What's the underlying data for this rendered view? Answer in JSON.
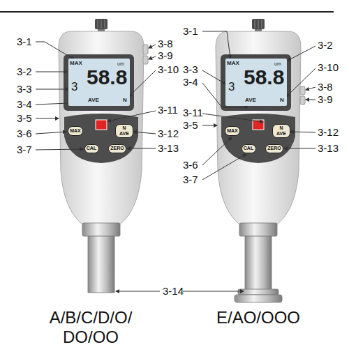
{
  "diagram": {
    "nodes": [
      {
        "text": [
          "MAX",
          "3",
          "58.8",
          "AVE",
          "N",
          "um"
        ]
      },
      {
        "text": [
          "MAX"
        ]
      },
      {
        "text": [
          "N AVE"
        ]
      },
      {
        "text": [
          "CAL"
        ]
      },
      {
        "text": [
          "ZERO"
        ]
      },
      {
        "text": [
          "MAX",
          "3",
          "58.8",
          "AVE",
          "N",
          "um"
        ]
      },
      {
        "text": [
          "MAX"
        ]
      },
      {
        "text": [
          "N AVE"
        ]
      },
      {
        "text": [
          "CAL"
        ]
      },
      {
        "text": [
          "ZERO"
        ]
      }
    ],
    "labels": [
      "3-1",
      "3-2",
      "3-3",
      "3-4",
      "3-5",
      "3-6",
      "3-7",
      "3-8",
      "3-9",
      "3-10",
      "3-11",
      "3-12",
      "3-13",
      "3-1",
      "3-2",
      "3-3",
      "3-4",
      "3-5",
      "3-6",
      "3-7",
      "3-8",
      "3-9",
      "3-10",
      "3-11",
      "3-12",
      "3-13",
      "3-14",
      "A/B/C/D/O/ DO/OO",
      "E/AO/OOO"
    ]
  }
}
